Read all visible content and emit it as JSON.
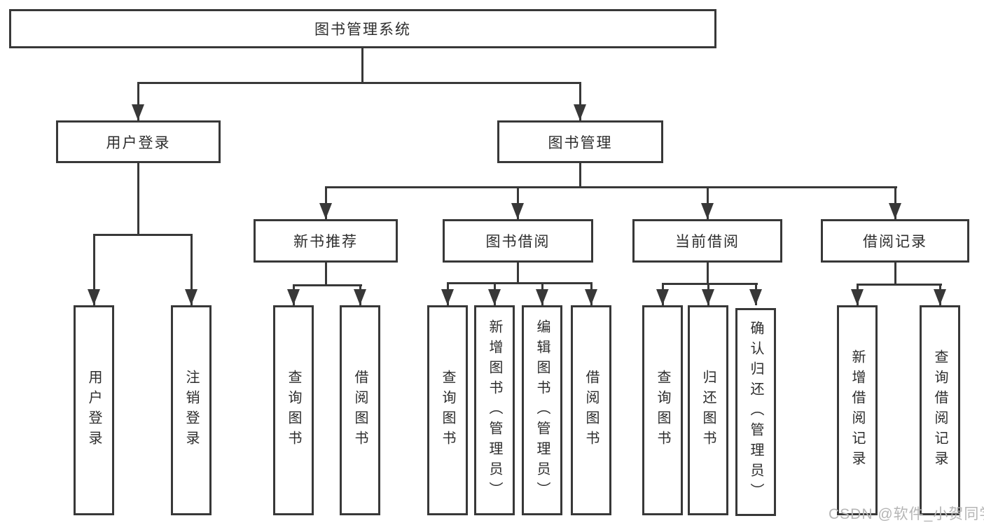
{
  "diagram_title": "图书管理系统",
  "nodes": {
    "root": "图书管理系统",
    "user_login": "用户登录",
    "book_management": "图书管理",
    "new_book_recommend": "新书推荐",
    "book_borrow": "图书借阅",
    "current_borrow": "当前借阅",
    "borrow_records": "借阅记录",
    "leaf_user_login": "用户登录",
    "leaf_logout": "注销登录",
    "nbr_query_book": "查询图书",
    "nbr_borrow_book": "借阅图书",
    "bb_query_book": "查询图书",
    "bb_add_book_admin": "新增图书（管理员）",
    "bb_edit_book_admin": "编辑图书（管理员）",
    "bb_borrow_book": "借阅图书",
    "cb_query_book": "查询图书",
    "cb_return_book": "归还图书",
    "cb_confirm_return_admin": "确认归还（管理员）",
    "br_add_record": "新增借阅记录",
    "br_query_record": "查询借阅记录"
  },
  "watermark": "CSDN @软件_小贺同学",
  "colors": {
    "line": "#383838",
    "text": "#2d2d2d",
    "watermark": "#b5b5b5",
    "background": "#ffffff"
  }
}
